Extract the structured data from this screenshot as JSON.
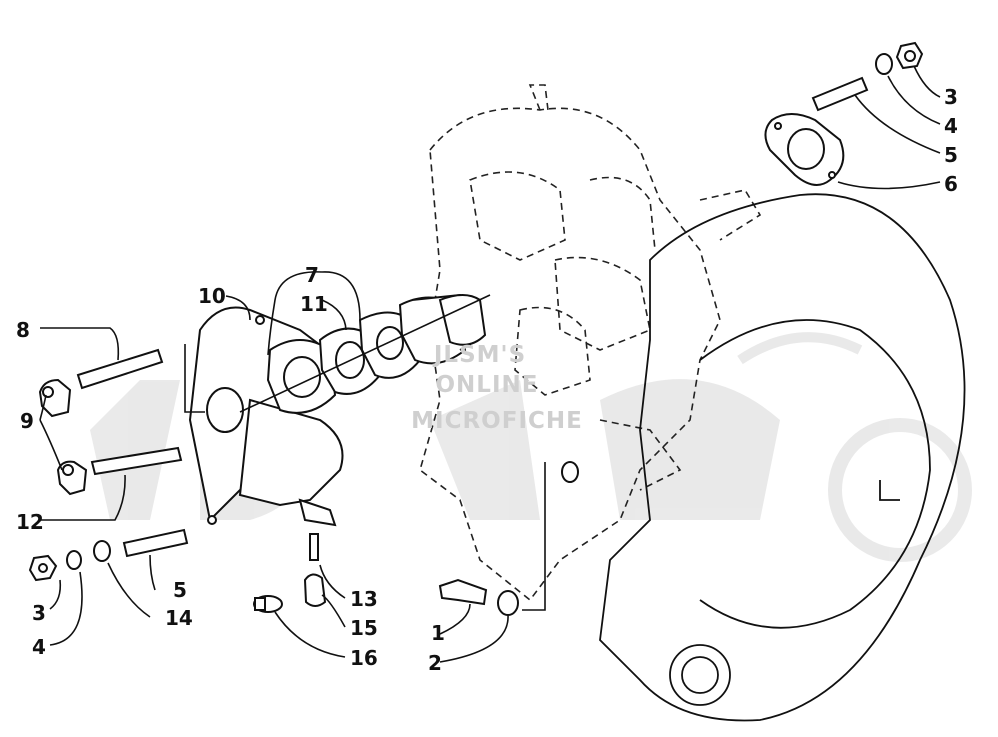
{
  "callouts": [
    "1",
    "2",
    "3",
    "4",
    "5",
    "6",
    "7",
    "8",
    "9",
    "10",
    "11",
    "12",
    "13",
    "14",
    "15",
    "16"
  ],
  "watermark": {
    "line1": "JLSM'S",
    "line2": "ONLINE",
    "line3": "MICROFICHE"
  }
}
